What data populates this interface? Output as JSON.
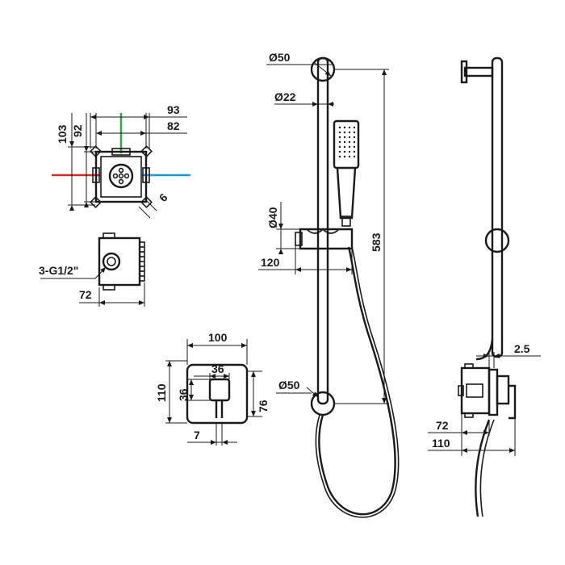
{
  "colors": {
    "line": "#1a1a1a",
    "hot": "#d42a2a",
    "cold": "#1a9ad6",
    "outlet": "#2ea84a",
    "background": "#ffffff"
  },
  "valve_top_view": {
    "width_outer": "93",
    "width_inner": "82",
    "height_outer": "103",
    "height_inner": "92",
    "corner": "6"
  },
  "valve_side_view": {
    "thread": "3-G1/2\"",
    "depth": "72"
  },
  "trim_plate": {
    "width": "100",
    "height_outer": "110",
    "handle_width": "36",
    "handle_height": "36",
    "plate_height": "76",
    "handle_offset": "7"
  },
  "rail_front_view": {
    "top_bracket_dia": "Ø50",
    "rail_dia": "Ø22",
    "slider_dia": "Ø40",
    "slider_projection": "120",
    "height": "583",
    "bottom_bracket_dia": "Ø50"
  },
  "rail_side_view": {
    "wall_gap": "2.5",
    "valve_depth": "72",
    "total_depth": "110"
  }
}
